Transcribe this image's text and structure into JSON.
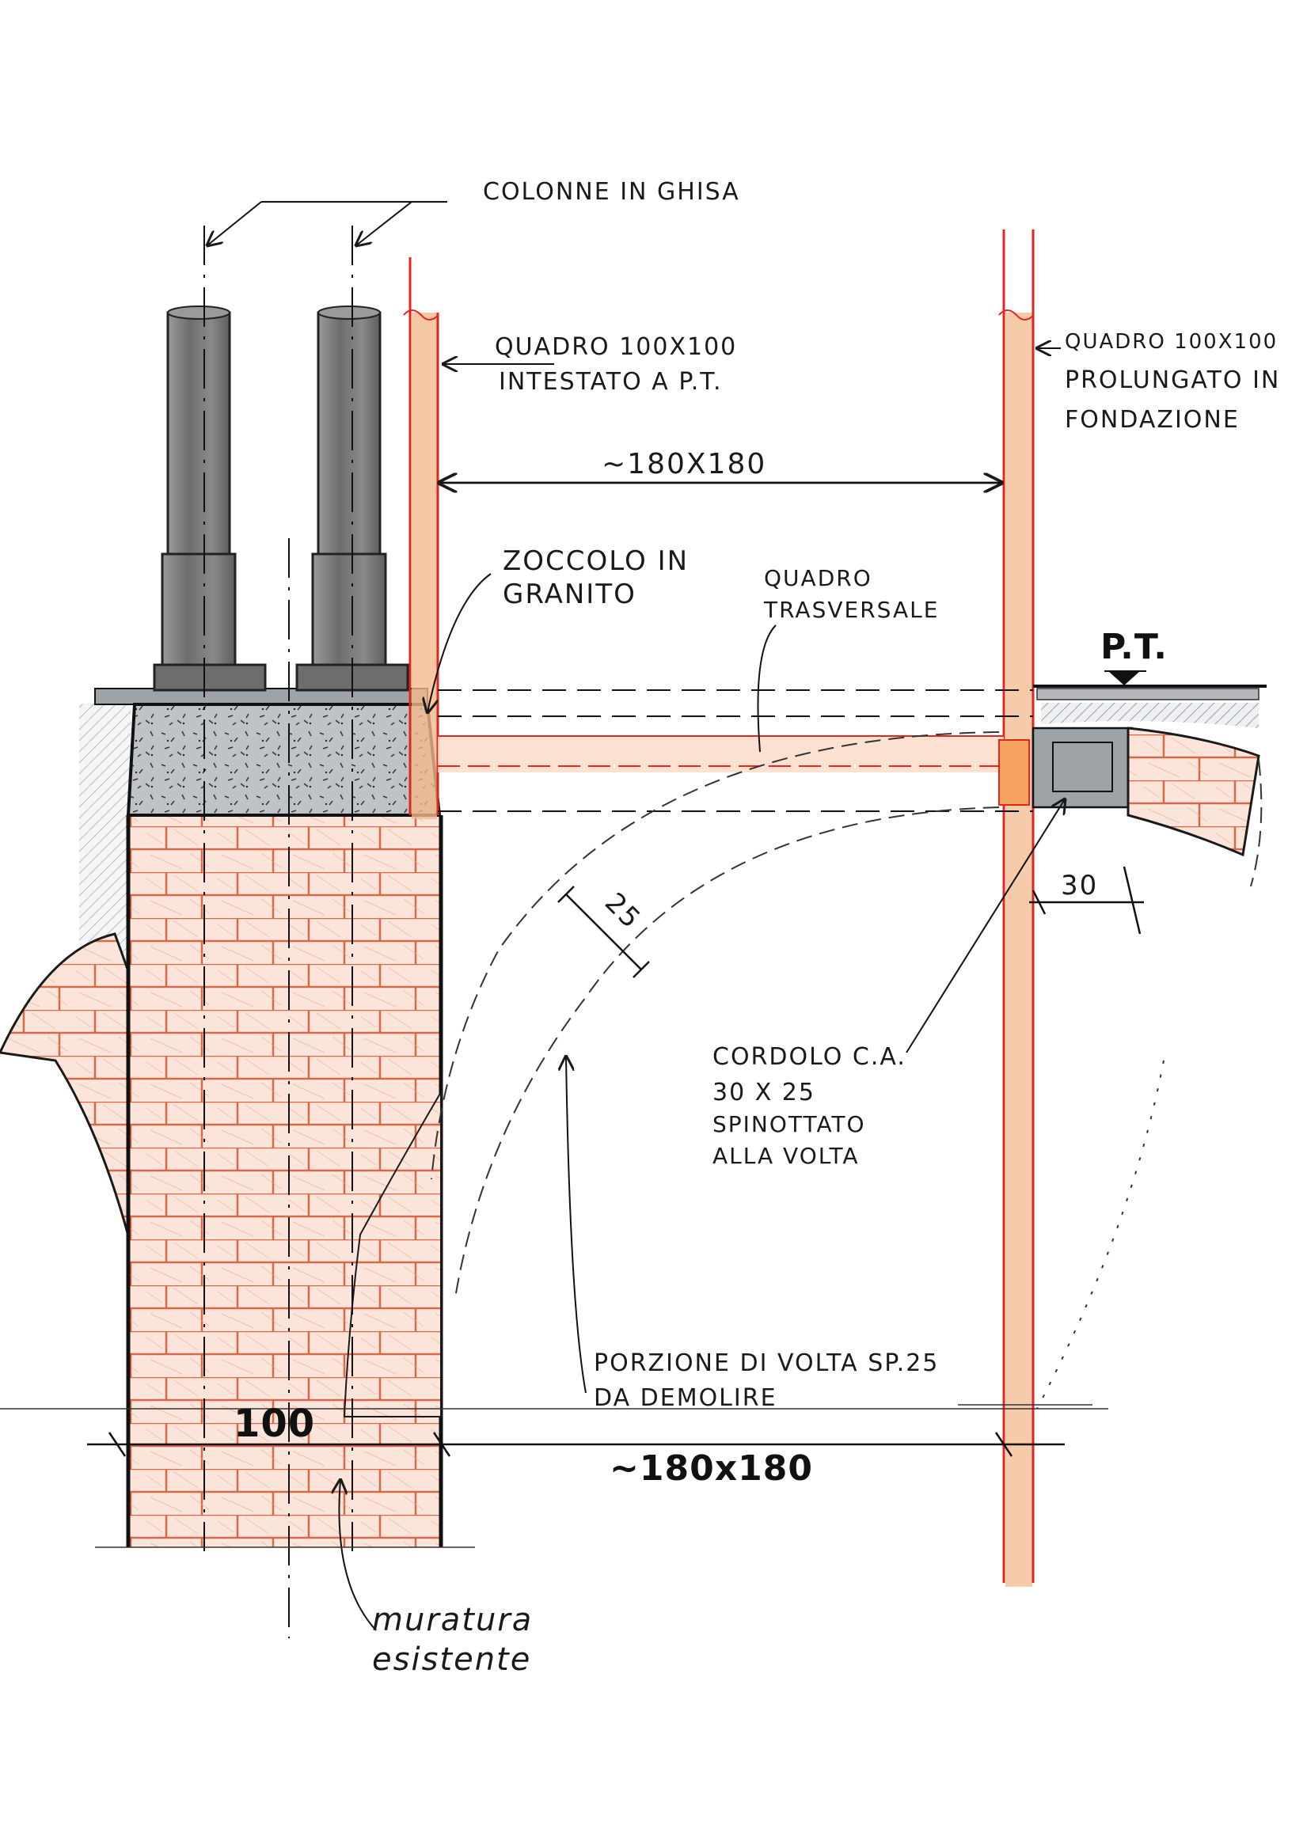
{
  "labels": {
    "colonne": "COLONNE IN GHISA",
    "quadro_left_1": "QUADRO 100X100",
    "quadro_left_2": "INTESTATO A P.T.",
    "quadro_right_1": "QUADRO 100X100",
    "quadro_right_2": "PROLUNGATO IN",
    "quadro_right_3": "FONDAZIONE",
    "dim_top": "~180X180",
    "zoccolo_1": "ZOCCOLO IN",
    "zoccolo_2": "GRANITO",
    "trasversale_1": "QUADRO",
    "trasversale_2": "TRASVERSALE",
    "pt": "P.T.",
    "dim_30": "30",
    "dim_25": "25",
    "cordolo_1": "CORDOLO C.A.",
    "cordolo_2": "30 X 25",
    "cordolo_3": "SPINOTTATO",
    "cordolo_4": "ALLA VOLTA",
    "porzione_1": "PORZIONE DI VOLTA SP.25",
    "porzione_2": "DA DEMOLIRE",
    "dim_100": "100",
    "dim_bottom": "~180x180",
    "muratura_1": "muratura",
    "muratura_2": "esistente"
  },
  "colors": {
    "ink": "#1a1a1a",
    "red_line": "#e0261f",
    "brick": "#e79a7a",
    "timber": "#f3b98c",
    "cast_iron": "#7e7e7e",
    "granite": "#b4b8bc"
  }
}
